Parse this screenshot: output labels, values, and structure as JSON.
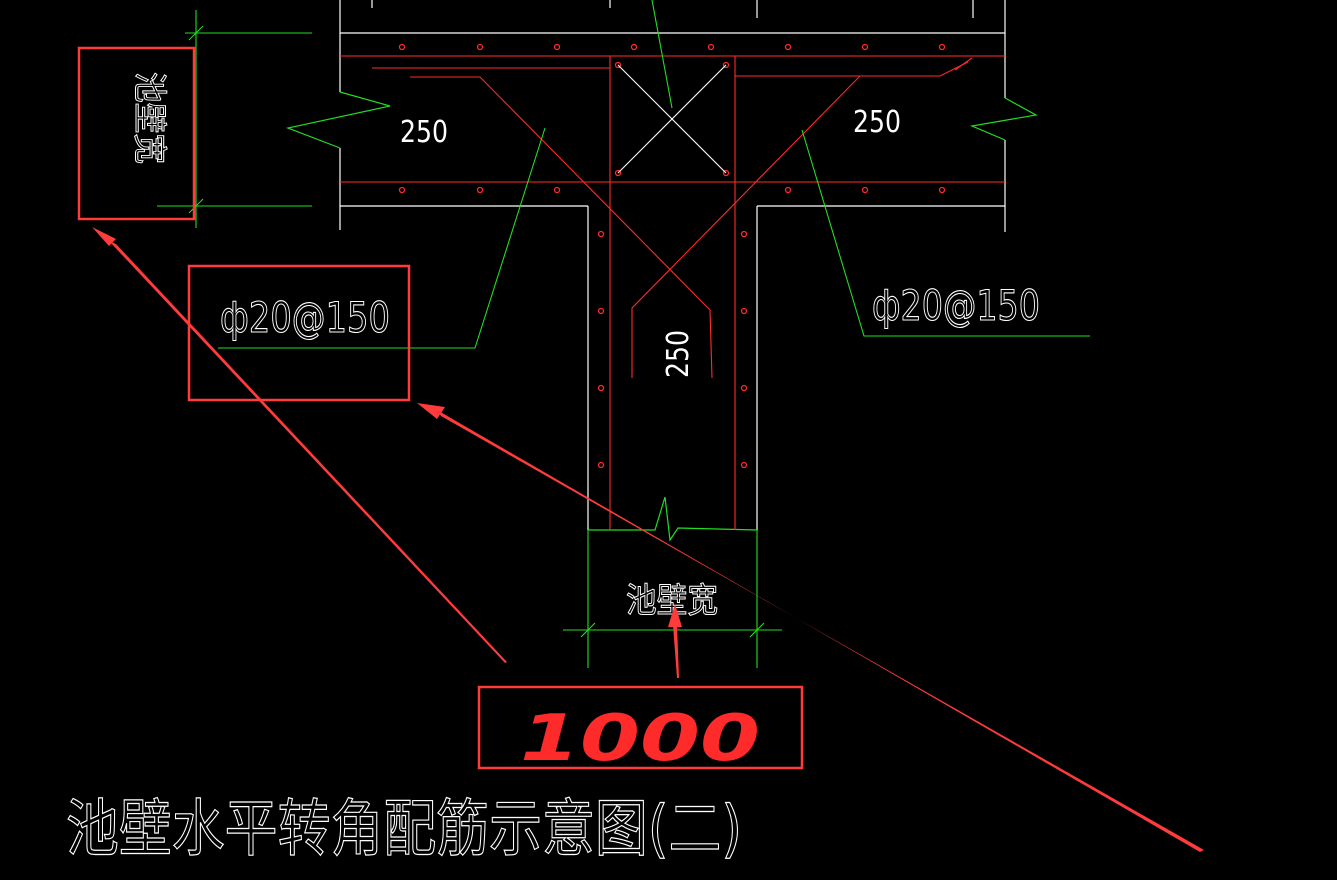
{
  "drawing": {
    "title": "池壁水平转角配筋示意图(二)",
    "dim_left_flange": "250",
    "dim_right_flange": "250",
    "dim_stem": "250",
    "wall_width_label_left": "池壁宽",
    "wall_width_label_bottom": "池壁宽",
    "rebar_left": "ф20@150",
    "rebar_right": "ф20@150"
  },
  "annotation": {
    "handwritten_value": "1000"
  },
  "colors": {
    "background": "#000000",
    "outline": "#ffffff",
    "rebar": "#ff2a2a",
    "dimension": "#22dd22",
    "markup": "#ff3b3b"
  }
}
